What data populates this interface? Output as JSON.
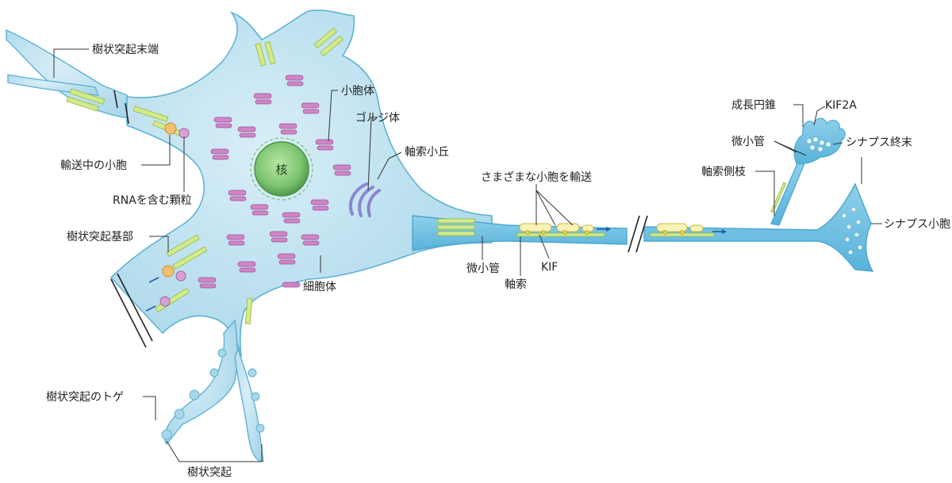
{
  "labels": {
    "dendrite_terminal": "樹状突起末端",
    "vesicle_in_transport": "輸送中の小胞",
    "rna_granule": "RNAを含む顆粒",
    "dendrite_base": "樹状突起基部",
    "dendritic_spine": "樹状突起のトゲ",
    "dendrite": "樹状突起",
    "vesicle": "小胞体",
    "golgi": "ゴルジ体",
    "axon_hillock": "軸索小丘",
    "nucleus": "核",
    "cell_body": "細胞体",
    "various_vesicles": "さまざまな小胞を輸送",
    "microtubule_axon": "微小管",
    "axon": "軸索",
    "kif": "KIF",
    "growth_cone": "成長円錐",
    "kif2a": "KIF2A",
    "microtubule_branch": "微小管",
    "synaptic_terminal": "シナプス終末",
    "axon_collateral": "軸索側枝",
    "synaptic_vesicle": "シナプス小胞"
  },
  "colors": {
    "cytoplasm": "#bfe1ef",
    "membrane": "#5fb2d4",
    "axon_fill": "#77c3e3",
    "nucleus": "#7cc46f",
    "golgi": "#cf86c6",
    "microtubule": "#d3ea8c",
    "transport_arrow": "#1f5fa8"
  }
}
